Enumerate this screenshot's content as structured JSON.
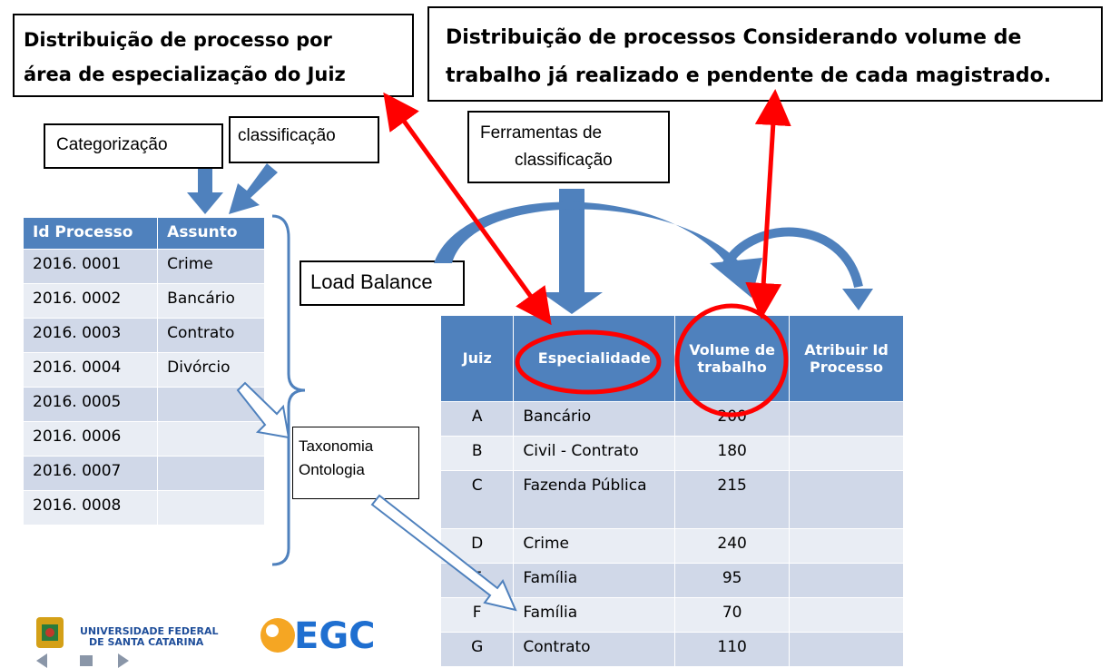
{
  "titles": {
    "left": [
      "Distribuição de processo por",
      "área de especialização do Juiz"
    ],
    "right": [
      "Distribuição de processos Considerando volume de",
      "trabalho já realizado e pendente de cada magistrado."
    ]
  },
  "labels": {
    "categorizacao": "Categorização",
    "classificacao": "classificação",
    "ferramentas": [
      "Ferramentas de",
      "classificação"
    ],
    "load_balance": "Load Balance",
    "taxonomia": [
      "Taxonomia",
      "Ontologia"
    ]
  },
  "left_table": {
    "headers": [
      "Id Processo",
      "Assunto"
    ],
    "rows": [
      [
        "2016. 0001",
        "Crime"
      ],
      [
        "2016. 0002",
        "Bancário"
      ],
      [
        "2016. 0003",
        "Contrato"
      ],
      [
        "2016. 0004",
        "Divórcio"
      ],
      [
        "2016. 0005",
        ""
      ],
      [
        "2016. 0006",
        ""
      ],
      [
        "2016. 0007",
        ""
      ],
      [
        "2016. 0008",
        ""
      ]
    ]
  },
  "right_table": {
    "headers": [
      "Juiz",
      "Especialidade",
      "Volume de trabalho",
      "Atribuir Id Processo"
    ],
    "rows": [
      [
        "A",
        "Bancário",
        "200",
        ""
      ],
      [
        "B",
        "Civil - Contrato",
        "180",
        ""
      ],
      [
        "C",
        "Fazenda Pública",
        "215",
        ""
      ],
      [
        "D",
        "Crime",
        "240",
        ""
      ],
      [
        "E",
        "Família",
        "95",
        ""
      ],
      [
        "F",
        "Família",
        "70",
        ""
      ],
      [
        "G",
        "Contrato",
        "110",
        ""
      ]
    ]
  },
  "logos": {
    "university": [
      "UNIVERSIDADE FEDERAL",
      "DE SANTA CATARINA"
    ],
    "egc": "EGC"
  },
  "colors": {
    "header_blue": "#4f81bd",
    "row_dark": "#d0d8e8",
    "row_light": "#e9edf4",
    "arrow_red": "#ff0000",
    "arrow_blue": "#4f81bd"
  }
}
